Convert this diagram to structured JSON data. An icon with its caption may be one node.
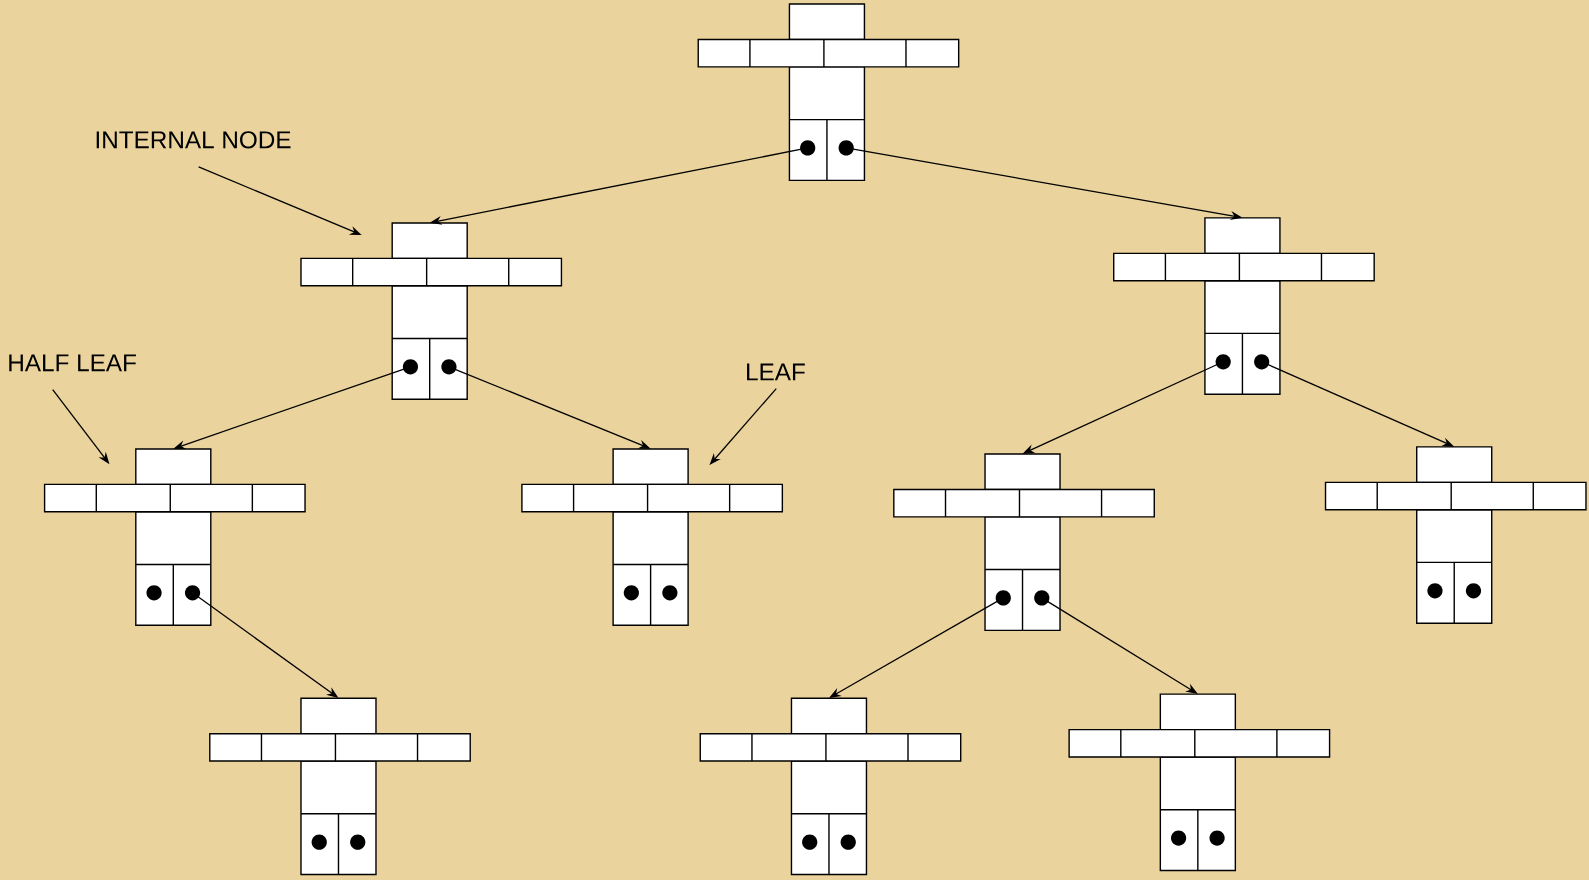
{
  "diagram": {
    "nodes": [
      {
        "text": [],
        "shape": "box"
      },
      {
        "text": [],
        "shape": "box"
      },
      {
        "text": [],
        "shape": "box"
      },
      {
        "text": [],
        "shape": "box"
      },
      {
        "text": [],
        "shape": "box"
      },
      {
        "text": [],
        "shape": "box"
      },
      {
        "text": [],
        "shape": "box"
      },
      {
        "text": [],
        "shape": "box"
      },
      {
        "text": [],
        "shape": "box"
      },
      {
        "text": [],
        "shape": "box"
      },
      {
        "text": [
          "INTERNAL NODE"
        ]
      },
      {
        "text": [
          "HALF LEAF"
        ]
      },
      {
        "text": [
          "LEAF"
        ]
      }
    ],
    "edges": [
      {
        "from": 0,
        "to": 1,
        "arrow": "to"
      },
      {
        "from": 0,
        "to": 2,
        "arrow": "to"
      },
      {
        "from": 1,
        "to": 3,
        "arrow": "to"
      },
      {
        "from": 1,
        "to": 4,
        "arrow": "to"
      },
      {
        "from": 2,
        "to": 5,
        "arrow": "to"
      },
      {
        "from": 2,
        "to": 6,
        "arrow": "to"
      },
      {
        "from": 3,
        "to": 7,
        "arrow": "to"
      },
      {
        "from": 5,
        "to": 8,
        "arrow": "to"
      },
      {
        "from": 5,
        "to": 9,
        "arrow": "to"
      },
      {
        "from": 10,
        "to": 1,
        "arrow": "to"
      },
      {
        "from": 11,
        "to": 3,
        "arrow": "to"
      },
      {
        "from": 12,
        "to": 4,
        "arrow": "to"
      }
    ]
  }
}
